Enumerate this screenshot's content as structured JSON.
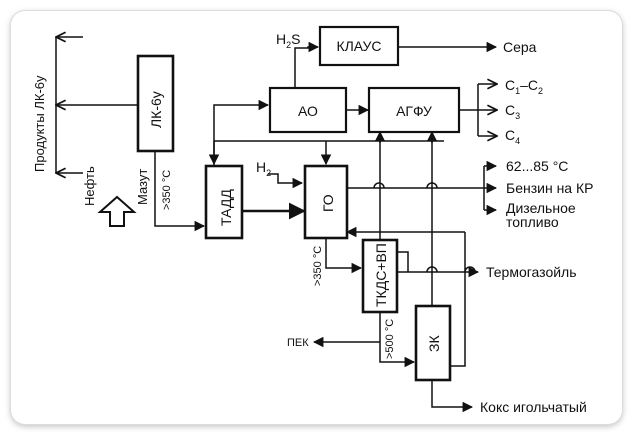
{
  "blocks": {
    "lk6u": "ЛК-6у",
    "tadd": "ТАДД",
    "go": "ГО",
    "ao": "АО",
    "agfu": "АГФУ",
    "klaus": "КЛАУС",
    "tkds": "ТКДС+ВП",
    "zk": "ЗК"
  },
  "inputs": {
    "oil": "Нефть",
    "h2_main": "H",
    "h2_main_sub": "2",
    "h2s_main": "H",
    "h2s_sub": "2",
    "h2s_tail": "S"
  },
  "streams": {
    "products_lk6u": "Продукты ЛК-6у",
    "mazut": "Мазут",
    "t350_a": ">350 °C",
    "t350_b": ">350 °C",
    "t500": ">500 °C",
    "pek": "ПЕК"
  },
  "outputs": {
    "sera": "Сера",
    "c1c2_a": "C",
    "c1c2_a_sub": "1",
    "c1c2_dash": "–C",
    "c1c2_b_sub": "2",
    "c3": "C",
    "c3_sub": "3",
    "c4": "C",
    "c4_sub": "4",
    "frac_6285": "62...85 °C",
    "benzin": "Бензин на КР",
    "diesel_1": "Дизельное",
    "diesel_2": "топливо",
    "termogazoil": "Термогазойль",
    "koks": "Кокс игольчатый"
  }
}
